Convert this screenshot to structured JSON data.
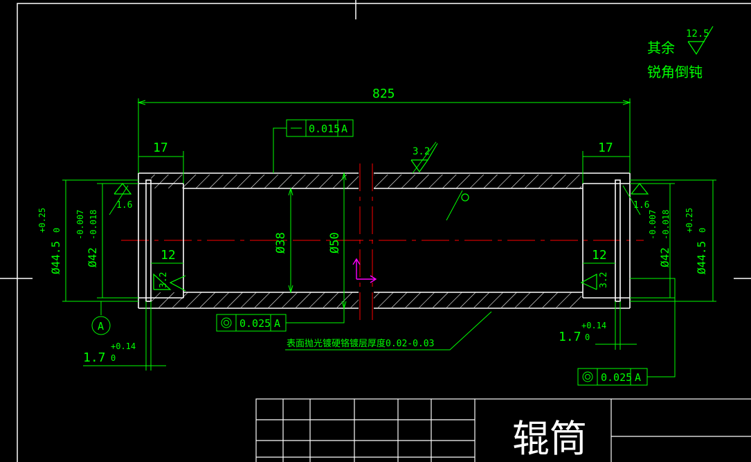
{
  "drawing": {
    "notes": {
      "other_surfaces": "其余",
      "roughness_general": "12.5",
      "chamfer_note": "锐角倒钝"
    },
    "dimensions": {
      "overall_length": "825",
      "left_shoulder": "17",
      "right_shoulder": "17",
      "left_inner_step": "12",
      "right_inner_step": "12",
      "inner_diameter": "Ø38",
      "outer_diameter": "Ø50",
      "left_fit_diameter": "Ø42",
      "left_fit_tol_upper": "-0.007",
      "left_fit_tol_lower": "-0.018",
      "left_outer_diameter": "Ø44.5",
      "left_outer_tol_upper": "+0.25",
      "left_outer_tol_lower": "0",
      "right_fit_diameter": "Ø42",
      "right_fit_tol_upper": "-0.007",
      "right_fit_tol_lower": "-0.018",
      "right_outer_diameter": "Ø44.5",
      "right_outer_tol_upper": "+0.25",
      "right_outer_tol_lower": "0",
      "left_groove": "1.7",
      "left_groove_tol_upper": "+0.14",
      "left_groove_tol_lower": "0",
      "right_groove": "1.7",
      "right_groove_tol_upper": "+0.14",
      "right_groove_tol_lower": "0"
    },
    "roughness": {
      "left_bore": "1.6",
      "right_bore": "1.6",
      "left_face": "3.2",
      "right_face": "3.2",
      "outer_surface": "3.2"
    },
    "tolerances": {
      "straightness_value": "0.015",
      "straightness_datum": "A",
      "coax_left_value": "0.025",
      "coax_left_datum": "A",
      "coax_right_value": "0.025",
      "coax_right_datum": "A",
      "datum_label": "A"
    },
    "surface_note": "表面抛光镀硬铬镀层厚度0.02-0.03"
  },
  "title_block": {
    "part_name": "辊筒"
  },
  "colors": {
    "background": "#000000",
    "geometry": "#ffffff",
    "dimension": "#00ff00",
    "centerline": "#ff0000",
    "ucs": "#ff00ff"
  }
}
